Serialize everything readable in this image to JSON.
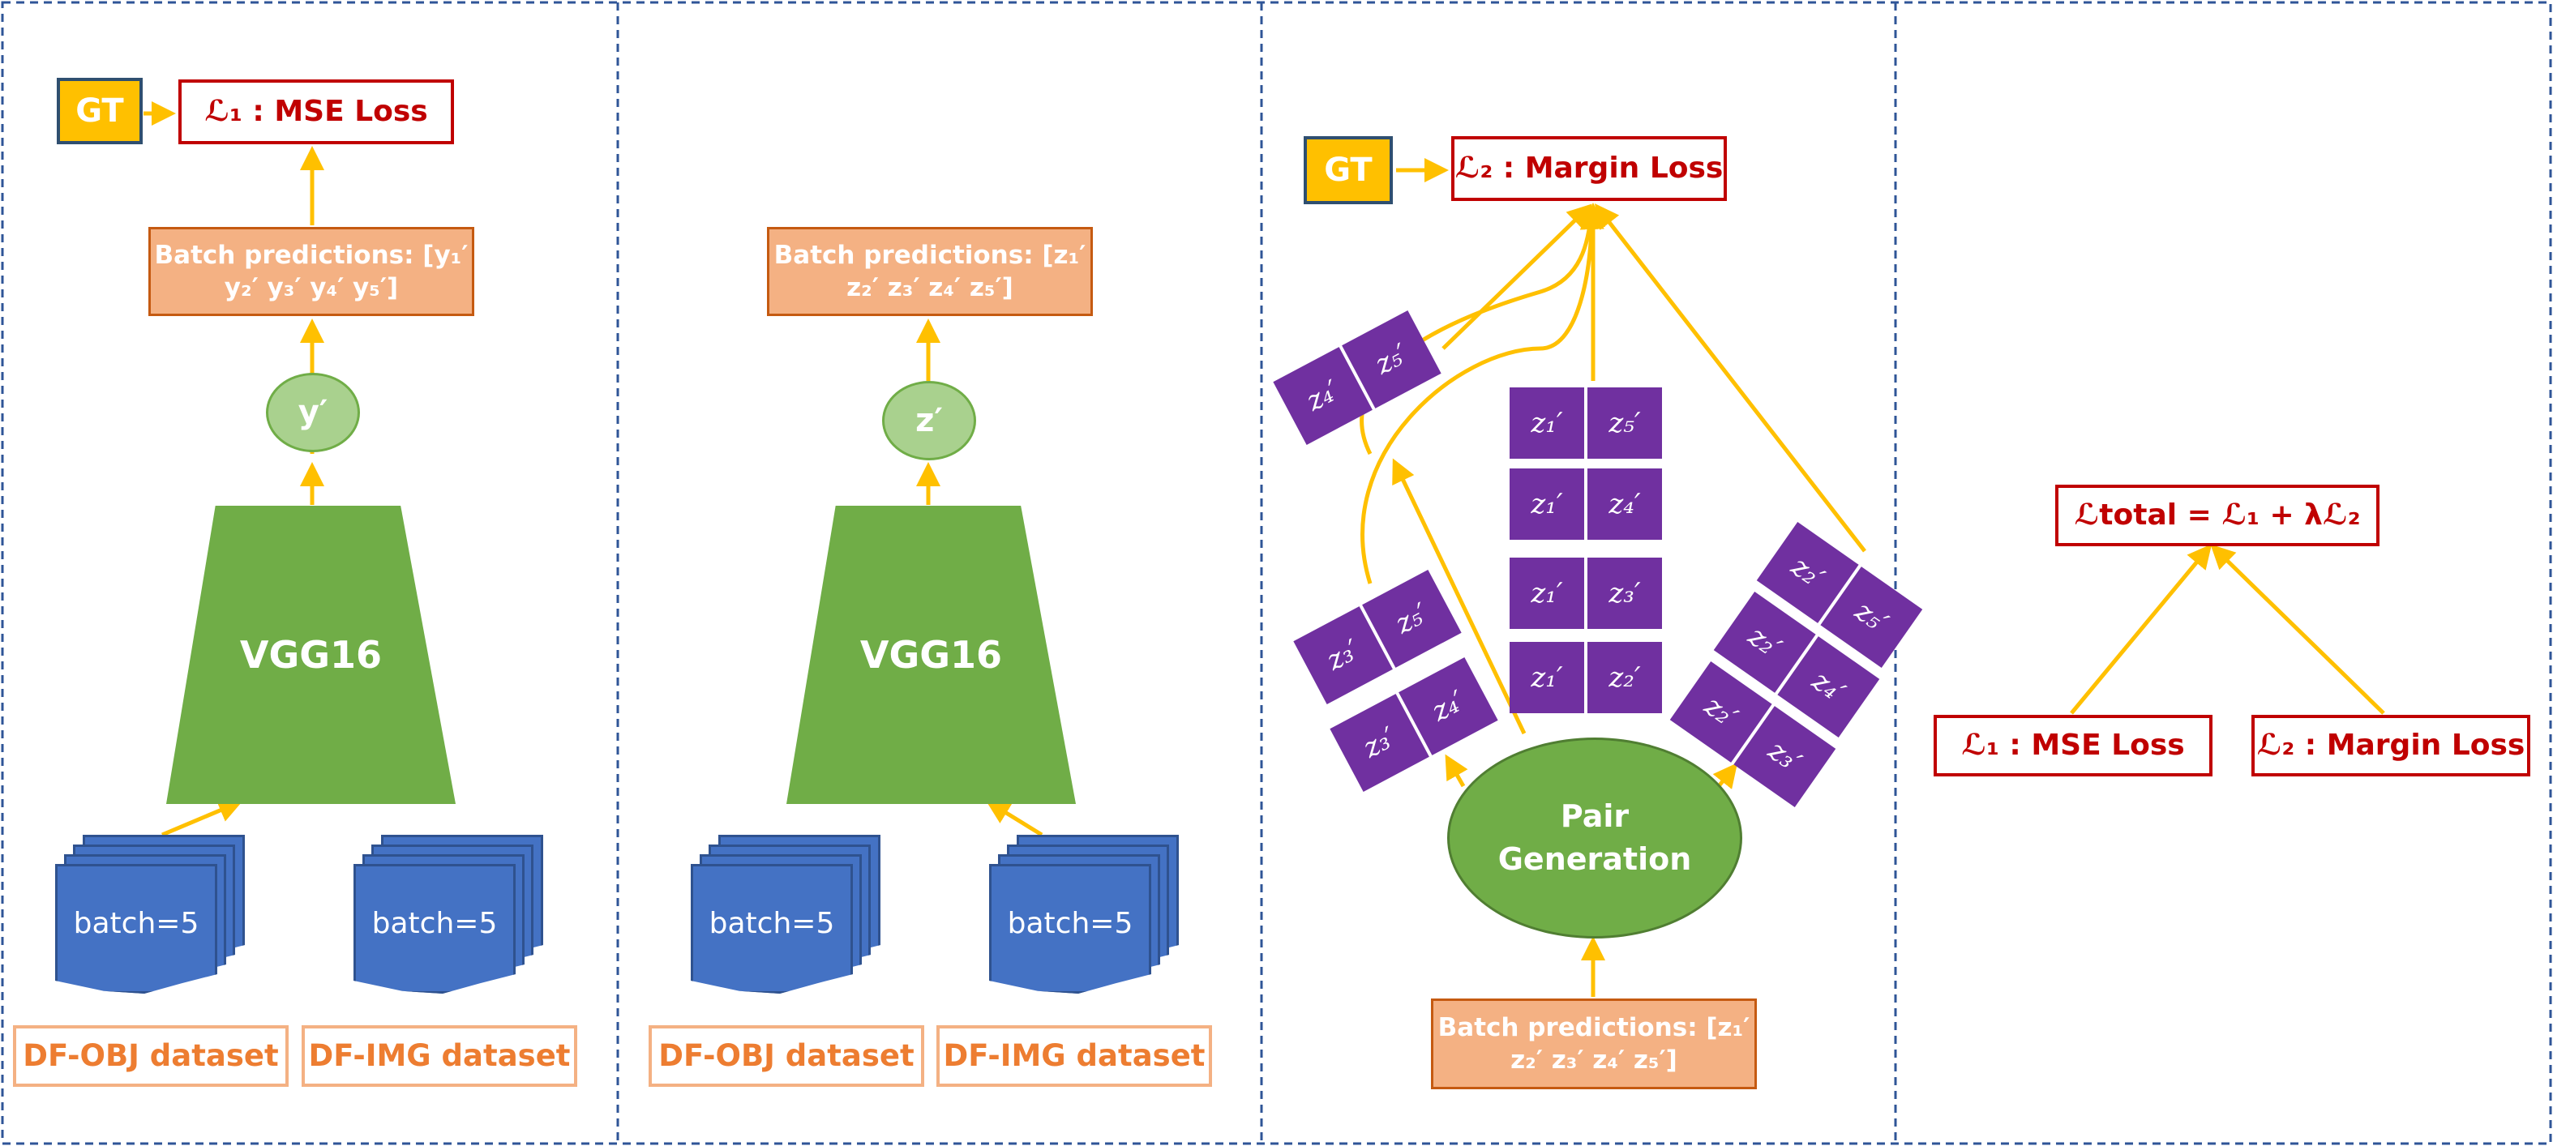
{
  "panel1": {
    "gt_label": "GT",
    "loss_label": "ℒ₁ : MSE Loss",
    "pred_label": "Batch predictions: [y₁′\ny₂′ y₃′ y₄′ y₅′]",
    "output_label": "y′",
    "network_label": "VGG16",
    "batch_left_label": "batch=5",
    "batch_right_label": "batch=5",
    "dataset_left_label": "DF-OBJ dataset",
    "dataset_right_label": "DF-IMG dataset"
  },
  "panel2": {
    "pred_label": "Batch predictions: [z₁′\nz₂′ z₃′ z₄′ z₅′]",
    "output_label": "z′",
    "network_label": "VGG16",
    "batch_left_label": "batch=5",
    "batch_right_label": "batch=5",
    "dataset_left_label": "DF-OBJ dataset",
    "dataset_right_label": "DF-IMG dataset"
  },
  "panel3": {
    "gt_label": "GT",
    "loss_label": "ℒ₂ : Margin Loss",
    "pair_generation_label": "Pair\nGeneration",
    "pred_label": "Batch predictions: [z₁′\nz₂′ z₃′ z₄′ z₅′]",
    "pairs": {
      "z4z5": [
        "z₄′",
        "z₅′"
      ],
      "z1z5": [
        "z₁′",
        "z₅′"
      ],
      "z1z4": [
        "z₁′",
        "z₄′"
      ],
      "z1z3": [
        "z₁′",
        "z₃′"
      ],
      "z1z2": [
        "z₁′",
        "z₂′"
      ],
      "z3z5": [
        "z₃′",
        "z₅′"
      ],
      "z3z4": [
        "z₃′",
        "z₄′"
      ],
      "z2z5": [
        "z₂′",
        "z₅′"
      ],
      "z2z4": [
        "z₂′",
        "z₄′"
      ],
      "z2z3": [
        "z₂′",
        "z₃′"
      ]
    }
  },
  "panel4": {
    "total_loss_label": "ℒtotal = ℒ₁ + λℒ₂",
    "loss1_label": "ℒ₁ : MSE Loss",
    "loss2_label": "ℒ₂ : Margin Loss"
  },
  "colors": {
    "arrow": "#ffc000",
    "loss_red": "#c00000",
    "network_green": "#70ad47",
    "pair_purple": "#7030a0",
    "batch_blue": "#4472c4",
    "pred_orange": "#f4b183",
    "divider": "#2f5597"
  }
}
